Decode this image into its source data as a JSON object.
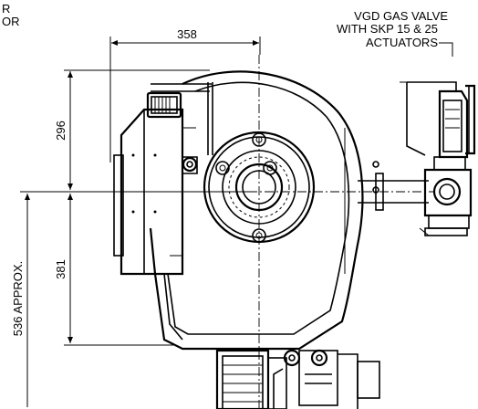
{
  "corner_text": {
    "line1": "R",
    "line2": "OR"
  },
  "valve_label": {
    "line1": "VGD GAS VALVE",
    "line2": "WITH SKP 15 & 25",
    "line3": "ACTUATORS"
  },
  "dimensions": {
    "width_top": "358",
    "height_upper": "296",
    "height_lower": "381",
    "height_total": "536 APPROX."
  }
}
